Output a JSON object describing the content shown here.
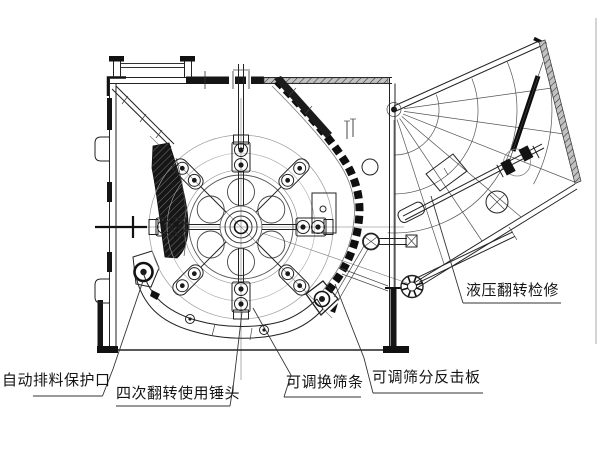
{
  "figure": {
    "type": "engineering-sectional-diagram",
    "background": "#ffffff",
    "line_color": "#1f1f1f"
  },
  "labels": {
    "discharge_protect": "自动排料保护口",
    "hammers": "四次翻转使用锤头",
    "screen_bars": "可调换筛条",
    "impact_plate": "可调筛分反击板",
    "hydraulic_service": "液压翻转检修"
  }
}
